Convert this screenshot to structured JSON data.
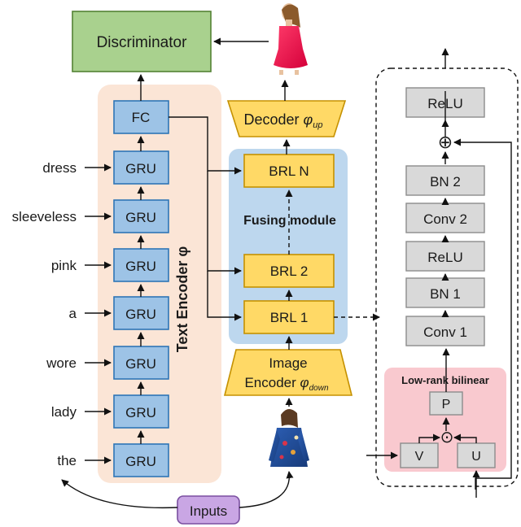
{
  "discriminator": {
    "label": "Discriminator"
  },
  "text_encoder": {
    "title": "Text Encoder φ",
    "fc_label": "FC",
    "gru_label": "GRU",
    "words": [
      "dress",
      "sleeveless",
      "pink",
      "a",
      "wore",
      "lady",
      "the"
    ]
  },
  "decoder": {
    "label": "Decoder",
    "symbol": "φ",
    "subscript": "up"
  },
  "fusing": {
    "title": "Fusing module",
    "blocks": [
      "BRL N",
      "BRL 2",
      "BRL 1"
    ]
  },
  "image_encoder": {
    "line1": "Image",
    "line2": "Encoder",
    "symbol": "φ",
    "subscript": "down"
  },
  "brl_detail": {
    "layers": [
      "ReLU",
      "BN 2",
      "Conv 2",
      "ReLU",
      "BN 1",
      "Conv 1"
    ],
    "add_symbol": "⊕"
  },
  "low_rank_bilinear": {
    "title": "Low-rank bilinear",
    "p_label": "P",
    "v_label": "V",
    "u_label": "U",
    "product_symbol": "⊙"
  },
  "inputs": {
    "label": "Inputs"
  },
  "colors": {
    "discriminator": "#a9d18e",
    "gru": "#9dc3e6",
    "brl": "#ffd966",
    "detail_layer": "#d9d9d9",
    "text_panel": "#fbe5d6",
    "fusing_panel": "#bdd7ee",
    "lrb_panel": "#f9c9cf",
    "inputs": "#c9a6e4"
  }
}
